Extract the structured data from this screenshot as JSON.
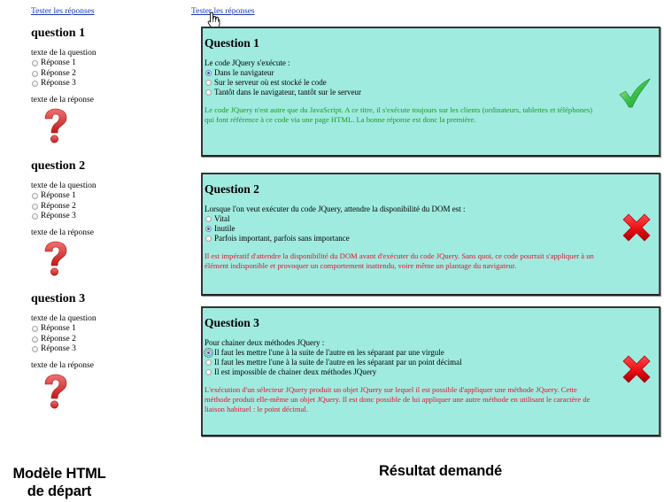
{
  "left_panel": {
    "test_link": "Tester les réponses",
    "questions": [
      {
        "title": "question 1",
        "question_text": "texte de la question",
        "options": [
          "Réponse 1",
          "Réponse 2",
          "Réponse 3"
        ],
        "answer_text": "texte de la réponse",
        "icon": "question-mark-icon"
      },
      {
        "title": "question 2",
        "question_text": "texte de la question",
        "options": [
          "Réponse 1",
          "Réponse 2",
          "Réponse 3"
        ],
        "answer_text": "texte de la réponse",
        "icon": "question-mark-icon"
      },
      {
        "title": "question 3",
        "question_text": "texte de la question",
        "options": [
          "Réponse 1",
          "Réponse 2",
          "Réponse 3"
        ],
        "answer_text": "texte de la réponse",
        "icon": "question-mark-icon"
      }
    ],
    "caption": "Modèle HTML de départ",
    "caption_line1": "Modèle HTML",
    "caption_line2": "de départ"
  },
  "right_panel": {
    "test_link": "Tester les réponses",
    "box_color": "#a0ebe0",
    "correct_color": "#1a9a20",
    "wrong_color": "#e8102a",
    "questions": [
      {
        "title": "Question 1",
        "question_text": "Le code JQuery s'exécute :",
        "options": [
          "Dans le navigateur",
          "Sur le serveur où est stocké le code",
          "Tantôt dans le navigateur, tantôt sur le serveur"
        ],
        "selected_index": 0,
        "result": "correct",
        "icon": "checkmark-icon",
        "explanation": "Le code JQuery n'est autre que du JavaScript. A ce titre, il s'exécute toujours sur les clients (ordinateurs, tablettes et téléphones) qui font référence à ce code via une page HTML. La bonne réponse est donc la première."
      },
      {
        "title": "Question 2",
        "question_text": "Lorsque l'on veut exécuter du code JQuery, attendre la disponibilité du DOM est :",
        "options": [
          "Vital",
          "Inutile",
          "Parfois important, parfois sans importance"
        ],
        "selected_index": 1,
        "result": "wrong",
        "icon": "cross-icon",
        "explanation": "Il est impératif d'attendre la disponibilité du DOM avant d'exécuter du code JQuery. Sans quoi, ce code pourrait s'appliquer à un élément indisponible et provoquer un comportement inattendu, voire même un plantage du navigateur."
      },
      {
        "title": "Question 3",
        "question_text": "Pour chainer deux méthodes JQuery :",
        "options": [
          "Il faut les mettre l'une à la suite de l'autre en les séparant par une virgule",
          "Il faut les mettre l'une à la suite de l'autre en les séparant par un point décimal",
          "Il est impossible de chainer deux méthodes JQuery"
        ],
        "selected_index": 0,
        "result": "wrong",
        "icon": "cross-icon",
        "explanation": "L'exécution d'un sélecteur JQuery produit un objet JQuery sur lequel il est possible d'appliquer une méthode JQuery. Cette méthode produit elle-même un objet JQuery. Il est donc possible de lui appliquer une autre méthode en utilisant le caractère de liaison habituel : le point décimal."
      }
    ],
    "caption": "Résultat demandé"
  }
}
